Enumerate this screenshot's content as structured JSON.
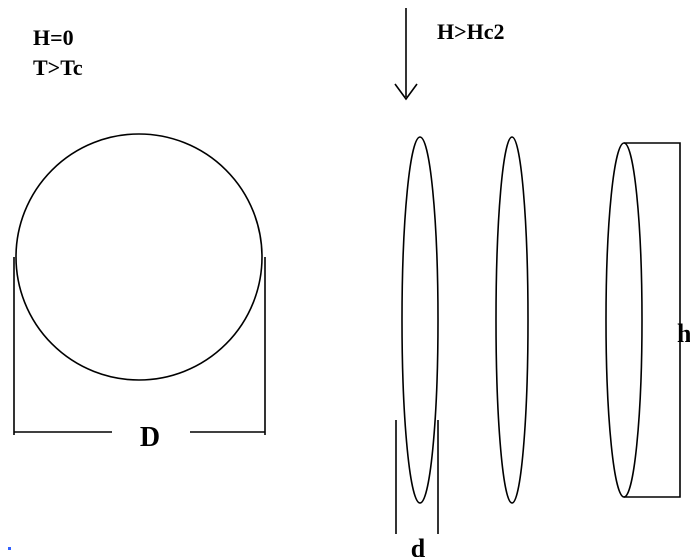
{
  "labels": {
    "field_zero": "H=0",
    "temp_above": "T>Tc",
    "field_above": "H>Hc2",
    "diameter": "D",
    "width": "d",
    "height": "h"
  },
  "colors": {
    "stroke": "#000000",
    "background": "#ffffff",
    "dot": "#3060ff"
  },
  "icons": {
    "field_arrow": "down-arrow-icon"
  }
}
